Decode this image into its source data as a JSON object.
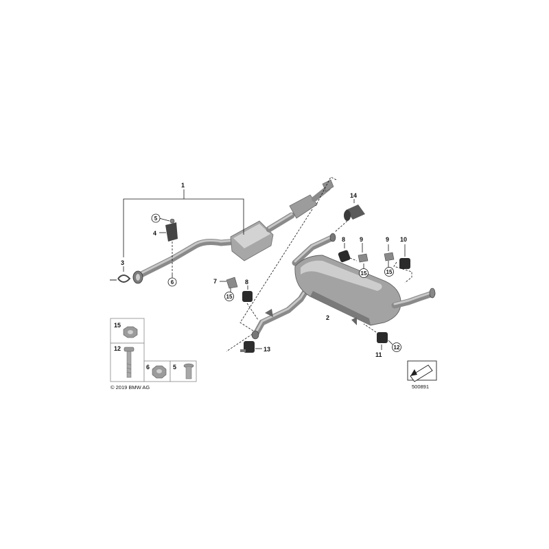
{
  "colors": {
    "part_gray": "#9a9a9a",
    "part_dark": "#3a3a3a",
    "line": "#111111"
  },
  "callouts": {
    "c1": "1",
    "c2": "2",
    "c3": "3",
    "c4": "4",
    "c5": "5",
    "c6": "6",
    "c7": "7",
    "c8a": "8",
    "c8b": "8",
    "c9a": "9",
    "c9b": "9",
    "c10": "10",
    "c11": "11",
    "c12": "12",
    "c13": "13",
    "c14": "14",
    "c15a": "15",
    "c15b": "15",
    "c15c": "15"
  },
  "legend": {
    "l15": "15",
    "l12": "12",
    "l6": "6",
    "l5": "5"
  },
  "footer": {
    "copyright": "© 2019 BMW AG",
    "diagram_number": "500891"
  }
}
